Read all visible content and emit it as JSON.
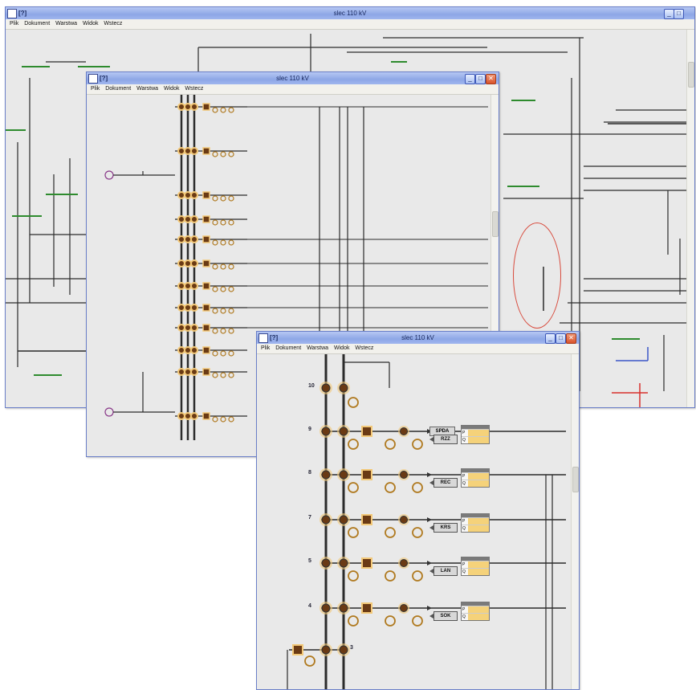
{
  "windows": [
    {
      "id": "back",
      "doc": "[?]",
      "title": "slec 110 kV",
      "menu": [
        "Plik",
        "Dokument",
        "Warstwa",
        "Widok",
        "Wstecz"
      ]
    },
    {
      "id": "middle",
      "doc": "[?]",
      "title": "slec 110 kV",
      "menu": [
        "Plik",
        "Dokument",
        "Warstwa",
        "Widok",
        "Wstecz"
      ]
    },
    {
      "id": "front",
      "doc": "[?]",
      "title": "slec 110 kV",
      "menu": [
        "Plik",
        "Dokument",
        "Warstwa",
        "Widok",
        "Wstecz"
      ]
    }
  ],
  "front_rows": [
    {
      "num": "10",
      "feeder": "",
      "has_meas": false
    },
    {
      "num": "9",
      "feeder": "RZZ",
      "has_meas": true
    },
    {
      "num": "8",
      "feeder": "REC",
      "has_meas": true
    },
    {
      "num": "7",
      "feeder": "KRS",
      "has_meas": true
    },
    {
      "num": "5",
      "feeder": "LAN",
      "has_meas": true
    },
    {
      "num": "4",
      "feeder": "SOK",
      "has_meas": true
    },
    {
      "num": "3",
      "feeder": "",
      "has_meas": false
    }
  ],
  "front_spodek": "SPDA",
  "meas_labels": {
    "p": "P",
    "q": "Q"
  },
  "colors": {
    "titlebar": "#9fb5ee",
    "bus": "#2b2b2b",
    "node": "#6a3a14",
    "node_halo": "#f2c878",
    "red_annotation": "#d84a3c",
    "green_bus": "#2e8b2e",
    "blue_bus": "#3a56c8"
  }
}
